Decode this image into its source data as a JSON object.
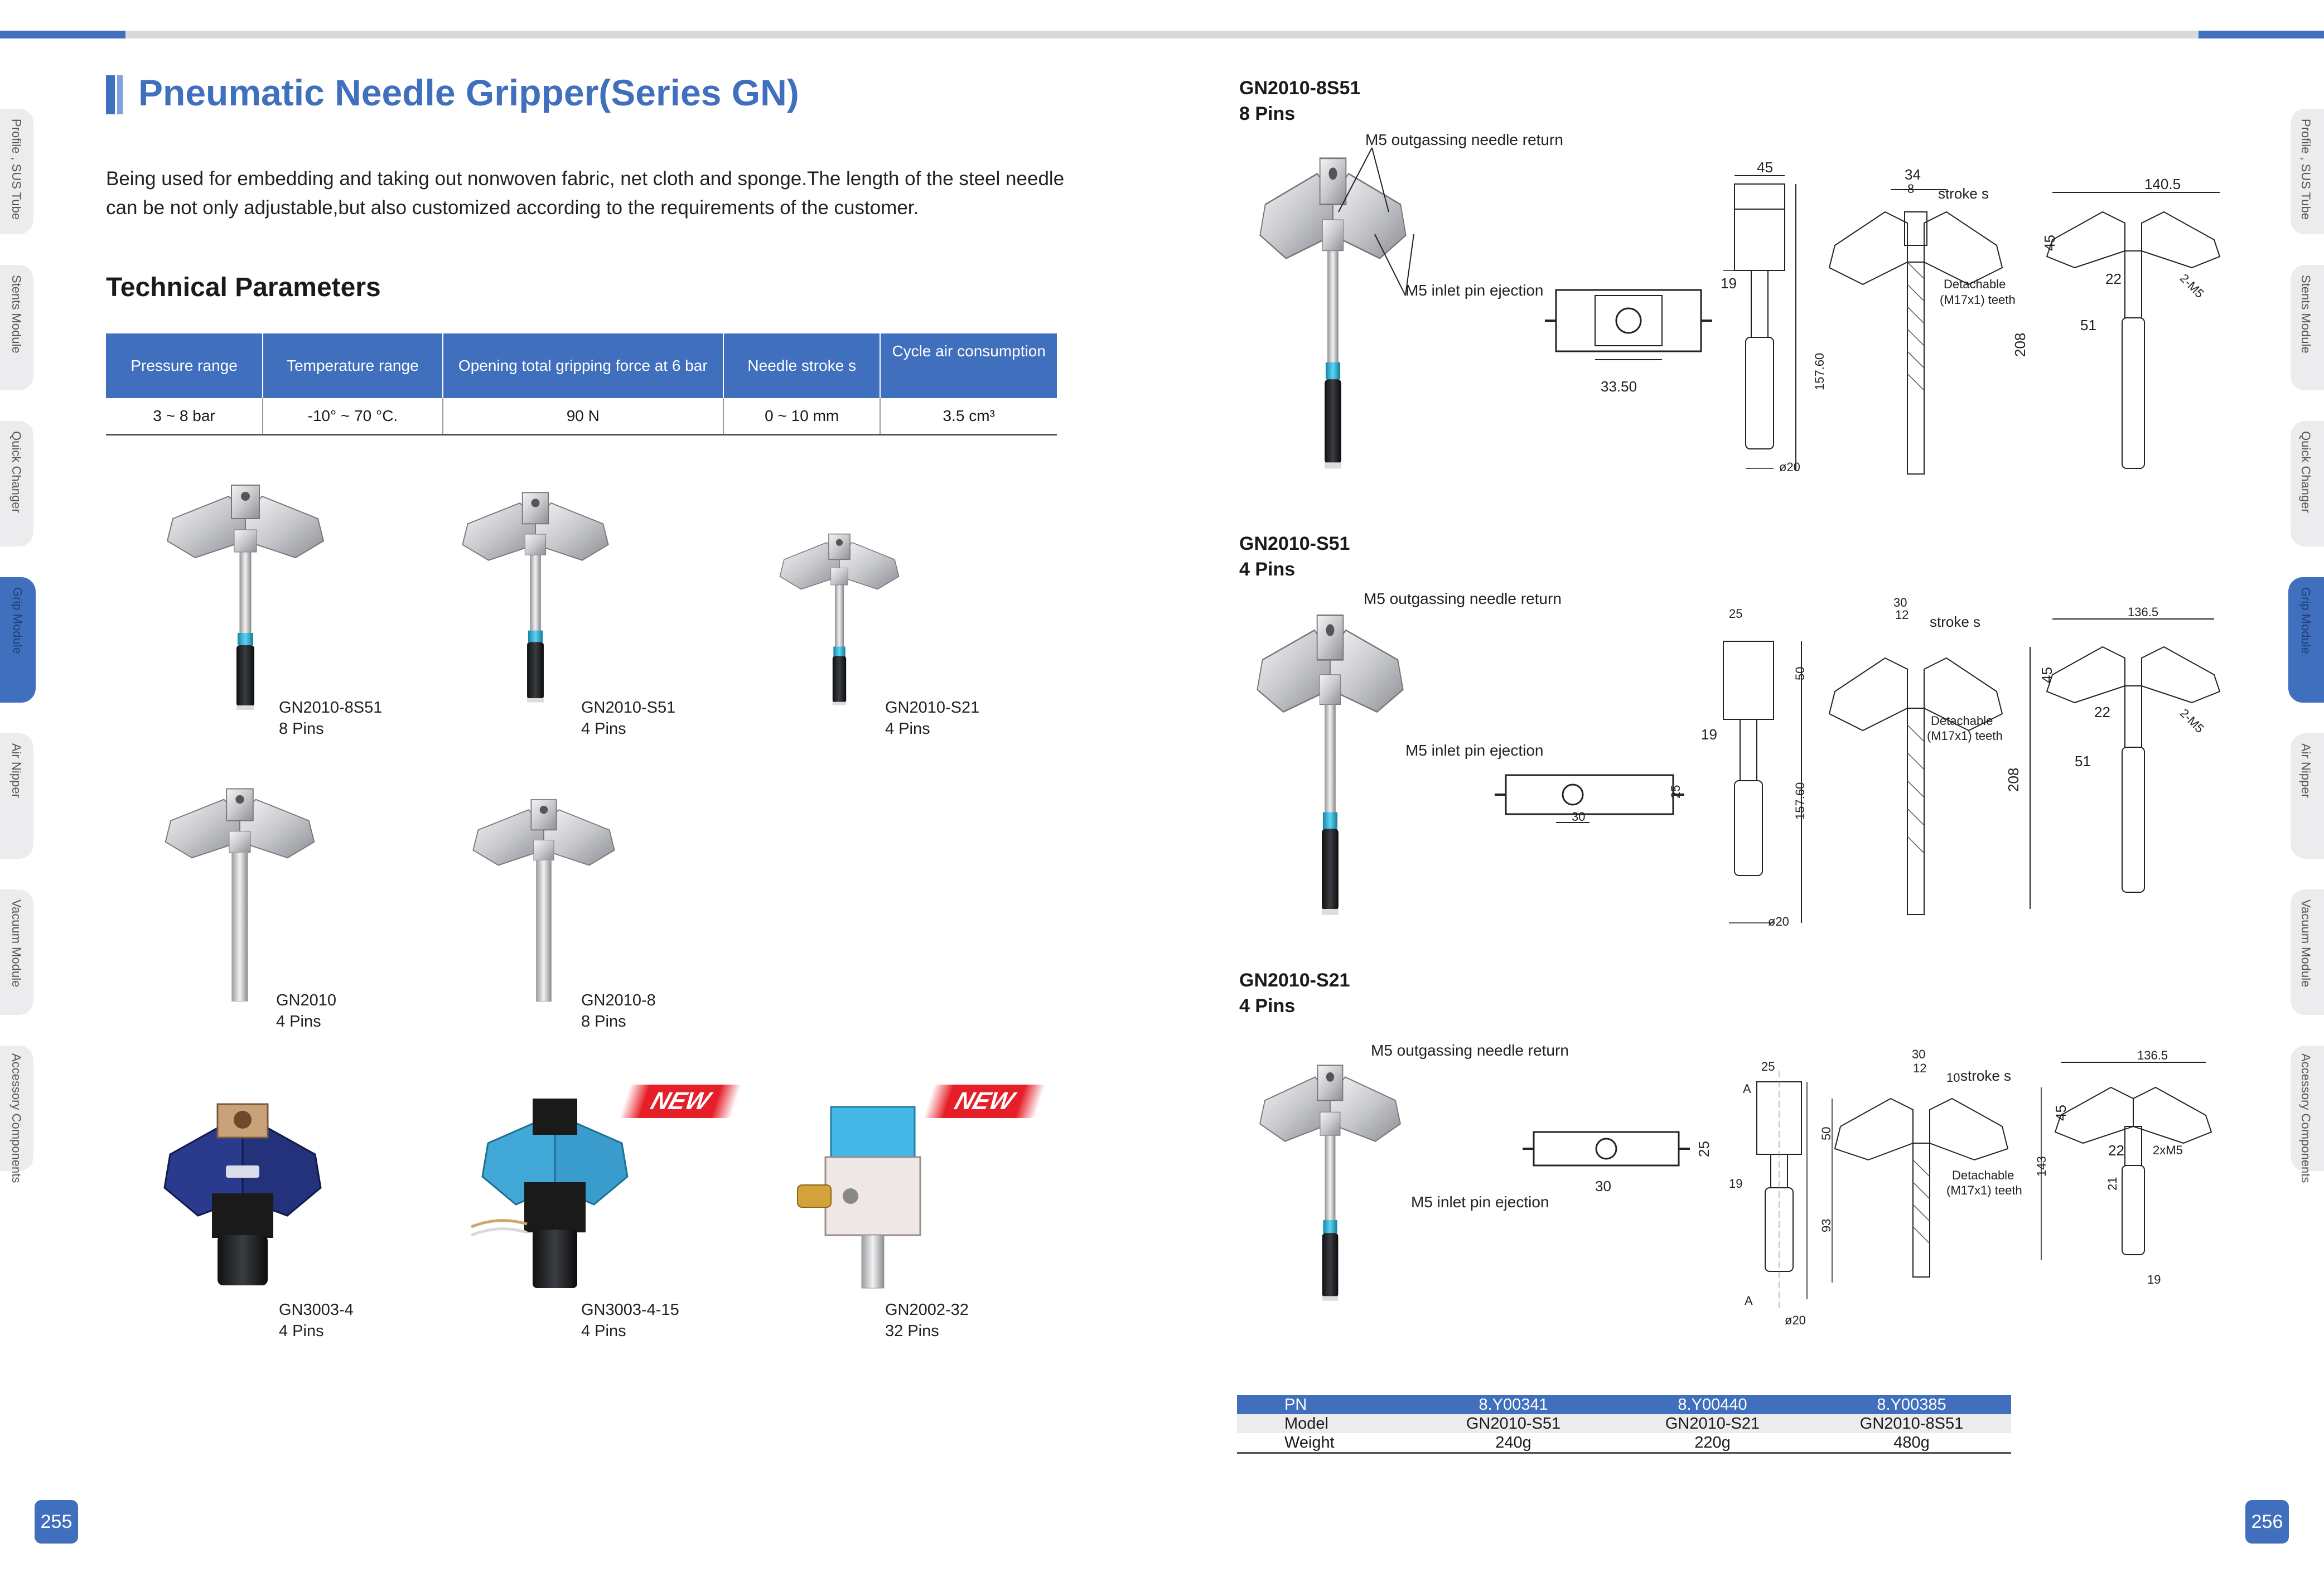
{
  "header": {
    "accent_color": "#3f6fbd"
  },
  "side_tabs": [
    {
      "label": "Profile , SUS  Tube",
      "active": false
    },
    {
      "label": "Stents Module",
      "active": false
    },
    {
      "label": "Quick Changer",
      "active": false
    },
    {
      "label": "Grip Module",
      "active": true
    },
    {
      "label": "Air Nipper",
      "active": false
    },
    {
      "label": "Vacuum Module",
      "active": false
    },
    {
      "label": "Accessory Components",
      "active": false
    }
  ],
  "left_page": {
    "title": "Pneumatic Needle Gripper(Series GN)",
    "intro": "Being used for embedding and taking out nonwoven fabric, net cloth and sponge.The length of the steel needle can be not only adjustable,but also customized according to the requirements of the customer.",
    "section_title": "Technical Parameters",
    "params_table": {
      "headers": [
        "Pressure range",
        "Temperature range",
        "Opening total gripping force at 6 bar",
        "Needle stroke s",
        "Cycle air consumption"
      ],
      "values": [
        "3 ~ 8 bar",
        "-10° ~ 70 °C.",
        "90 N",
        "0 ~ 10 mm",
        "3.5 cm³"
      ]
    },
    "products": [
      {
        "model": "GN2010-8S51",
        "pins": "8 Pins"
      },
      {
        "model": "GN2010-S51",
        "pins": "4 Pins"
      },
      {
        "model": "GN2010-S21",
        "pins": "4 Pins"
      },
      {
        "model": "GN2010",
        "pins": "4 Pins"
      },
      {
        "model": "GN2010-8",
        "pins": "8 Pins"
      },
      {
        "model": "GN3003-4",
        "pins": "4 Pins"
      },
      {
        "model": "GN3003-4-15",
        "pins": "4 Pins"
      },
      {
        "model": "GN2002-32",
        "pins": "32 Pins"
      }
    ],
    "new_badge": "NEW",
    "page_number": "255"
  },
  "right_page": {
    "models": [
      {
        "name": "GN2010-8S51",
        "pins": "8 Pins",
        "callout_return": "M5 outgassing needle return",
        "callout_inlet": "M5 inlet pin ejection",
        "dims": [
          "45",
          "19",
          "33.50",
          "157.60",
          "ø20",
          "34",
          "8",
          "stroke s",
          "Detachable",
          "(M17x1) teeth",
          "140.5",
          "45",
          "22",
          "2-M5",
          "51",
          "208"
        ]
      },
      {
        "name": "GN2010-S51",
        "pins": "4 Pins",
        "callout_return": "M5 outgassing needle return",
        "callout_inlet": "M5 inlet pin ejection",
        "dims": [
          "25",
          "50",
          "19",
          "30",
          "25",
          "157.60",
          "ø20",
          "30",
          "12",
          "stroke s",
          "Detachable",
          "(M17x1) teeth",
          "136.5",
          "45",
          "22",
          "2-M5",
          "51",
          "208"
        ]
      },
      {
        "name": "GN2010-S21",
        "pins": "4 Pins",
        "callout_return": "M5 outgassing needle return",
        "callout_inlet": "M5 inlet pin ejection",
        "dims": [
          "25",
          "30",
          "25",
          "A",
          "19",
          "A",
          "ø20",
          "30",
          "12",
          "10",
          "stroke s",
          "50",
          "93",
          "Detachable",
          "(M17x1) teeth",
          "136.5",
          "45",
          "22",
          "2xM5",
          "143",
          "21",
          "19"
        ]
      }
    ],
    "spec_table": {
      "rows": [
        [
          "PN",
          "8.Y00341",
          "8.Y00440",
          "8.Y00385"
        ],
        [
          "Model",
          "GN2010-S51",
          "GN2010-S21",
          "GN2010-8S51"
        ],
        [
          "Weight",
          "240g",
          "220g",
          "480g"
        ]
      ]
    },
    "page_number": "256"
  }
}
